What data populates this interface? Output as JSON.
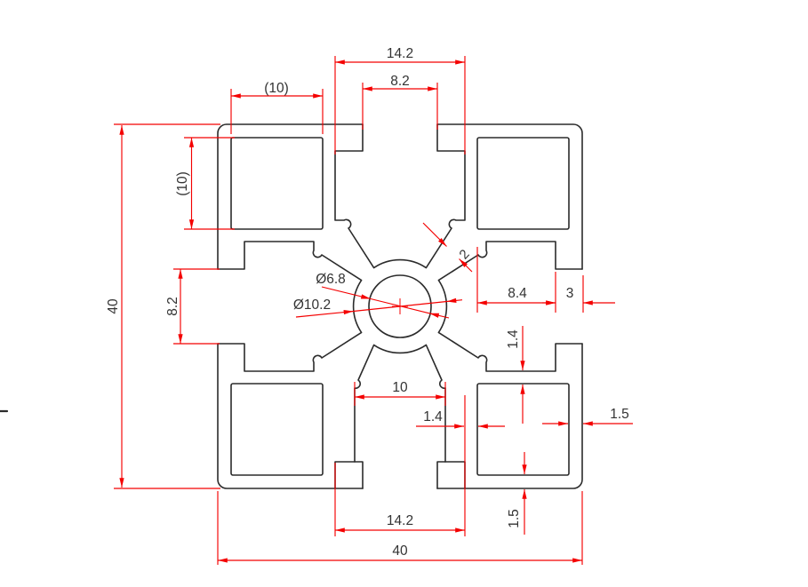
{
  "drawing": {
    "colors": {
      "outline": "#2b2b2b",
      "dimension_line": "#f40000",
      "dimension_text": "#333333",
      "background": "#ffffff"
    },
    "dimensions": {
      "top_groove_width": "14.2",
      "top_slot_opening": "8.2",
      "pocket_width": "(10)",
      "pocket_height": "(10)",
      "overall_height": "40",
      "left_slot_opening": "8.2",
      "core_hole_dia": "Ø6.8",
      "core_boss_dia": "Ø10.2",
      "web_thickness": "2",
      "slot_cavity_depth": "8.4",
      "lip_depth": "3",
      "inner_wall_upper": "1.4",
      "slot_floor_width": "10",
      "inner_wall_lower": "1.4",
      "outer_wall_right": "1.5",
      "bottom_groove_width": "14.2",
      "outer_wall_bottom": "1.5",
      "overall_width": "40"
    }
  }
}
